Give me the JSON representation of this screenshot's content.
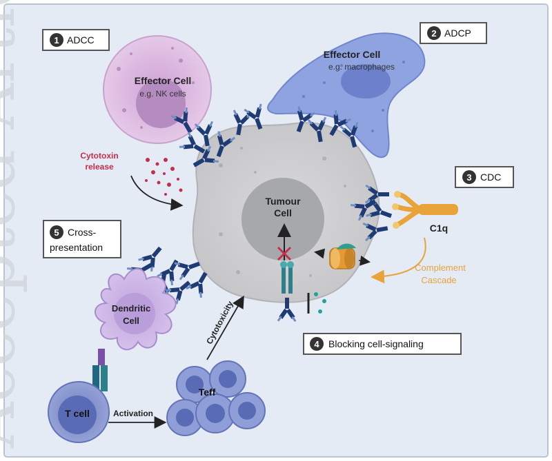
{
  "labels": {
    "adcc": {
      "num": "1",
      "text": "ADCC"
    },
    "adcp": {
      "num": "2",
      "text": "ADCP"
    },
    "cdc": {
      "num": "3",
      "text": "CDC"
    },
    "blocking": {
      "num": "4",
      "text": "Blocking cell-signaling"
    },
    "cross": {
      "num": "5",
      "line1": "Cross-",
      "line2": "presentation"
    }
  },
  "cells": {
    "nk": {
      "title": "Effector Cell",
      "subtitle": "e.g. NK cells"
    },
    "macrophage": {
      "title": "Effector Cell",
      "subtitle": "e.g. macrophages"
    },
    "tumour": {
      "line1": "Tumour",
      "line2": "Cell"
    },
    "dendritic": {
      "line1": "Dendritic",
      "line2": "Cell"
    },
    "tcell": "T cell",
    "teff": "Teff"
  },
  "annotations": {
    "cytotoxin": {
      "line1": "Cytotoxin",
      "line2": "release"
    },
    "c1q": "C1q",
    "complement": {
      "line1": "Complement",
      "line2": "Cascade"
    },
    "activation": "Activation",
    "cytotoxicity": "Cytotoxicity"
  },
  "watermark": "Accepted Article",
  "colors": {
    "background": "#e4ebf4",
    "antibody": "#1f3b73",
    "antibody_light": "#6f8fc2",
    "nk_cell": "#d9b8dc",
    "macrophage": "#8ea3e0",
    "tumour": "#cfcfd1",
    "tumour_nucleus": "#a7a8ab",
    "complement": "#e8a33b",
    "cytotoxin": "#c0304a",
    "tcell": "#7d8dc9",
    "teal": "#1fa39a"
  }
}
